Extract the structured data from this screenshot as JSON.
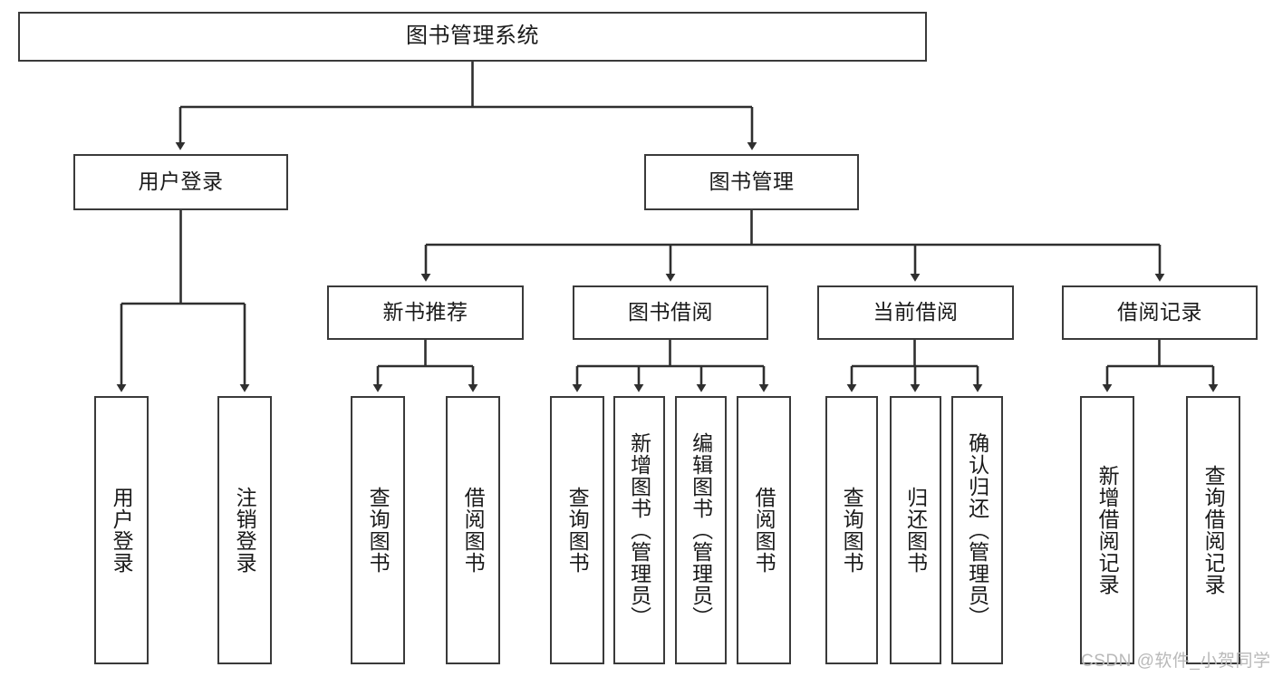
{
  "diagram": {
    "title": "图书管理系统",
    "watermark": "CSDN @软件_小贺同学",
    "colors": {
      "box_border": "#3a3a3a",
      "box_fill": "#ffffff",
      "connector": "#2f2f2f",
      "text": "#1a1a1a",
      "watermark": "#b9b9b9",
      "background": "#ffffff"
    },
    "nodes": {
      "root": {
        "label": "图书管理系统"
      },
      "level2": [
        {
          "key": "user_login",
          "label": "用户登录"
        },
        {
          "key": "book_manage",
          "label": "图书管理"
        }
      ],
      "level3": [
        {
          "key": "new_book_rec",
          "label": "新书推荐"
        },
        {
          "key": "book_borrow",
          "label": "图书借阅"
        },
        {
          "key": "current_borrow",
          "label": "当前借阅"
        },
        {
          "key": "borrow_record",
          "label": "借阅记录"
        }
      ],
      "leaves": {
        "user_login": [
          {
            "key": "leaf_user_login",
            "label": "用户登录"
          },
          {
            "key": "leaf_logout",
            "label": "注销登录"
          }
        ],
        "new_book_rec": [
          {
            "key": "leaf_query_book_1",
            "label": "查询图书"
          },
          {
            "key": "leaf_borrow_book_1",
            "label": "借阅图书"
          }
        ],
        "book_borrow": [
          {
            "key": "leaf_query_book_2",
            "label": "查询图书"
          },
          {
            "key": "leaf_add_book",
            "label": "新增图书（管理员）"
          },
          {
            "key": "leaf_edit_book",
            "label": "编辑图书（管理员）"
          },
          {
            "key": "leaf_borrow_book_2",
            "label": "借阅图书"
          }
        ],
        "current_borrow": [
          {
            "key": "leaf_query_book_3",
            "label": "查询图书"
          },
          {
            "key": "leaf_return_book",
            "label": "归还图书"
          },
          {
            "key": "leaf_confirm_return",
            "label": "确认归还（管理员）"
          }
        ],
        "borrow_record": [
          {
            "key": "leaf_add_record",
            "label": "新增借阅记录"
          },
          {
            "key": "leaf_query_record",
            "label": "查询借阅记录"
          }
        ]
      }
    }
  }
}
